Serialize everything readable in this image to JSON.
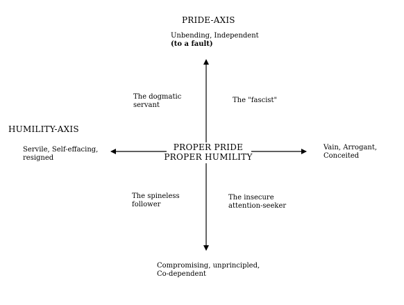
{
  "diagram": {
    "pride_axis_title": "PRIDE-AXIS",
    "humility_axis_title": "HUMILITY-AXIS",
    "top_label": [
      "Unbending, Independent",
      "(to a fault)"
    ],
    "bottom_label": [
      "Compromising, unprincipled,",
      "Co-dependent"
    ],
    "left_label": [
      "Servile, Self-effacing,",
      "resigned"
    ],
    "right_label": [
      "Vain, Arrogant,",
      "Conceited"
    ],
    "center_label": [
      "PROPER PRIDE",
      "PROPER HUMILITY"
    ],
    "quadrant_top_left": [
      "The dogmatic",
      "servant"
    ],
    "quadrant_top_right": [
      "The \"fascist\""
    ],
    "quadrant_bottom_left": [
      "The spineless",
      "follower"
    ],
    "quadrant_bottom_right": [
      "The insecure",
      "attention-seeker"
    ]
  },
  "colors": {
    "ink": "#000000",
    "background": "#ffffff"
  }
}
